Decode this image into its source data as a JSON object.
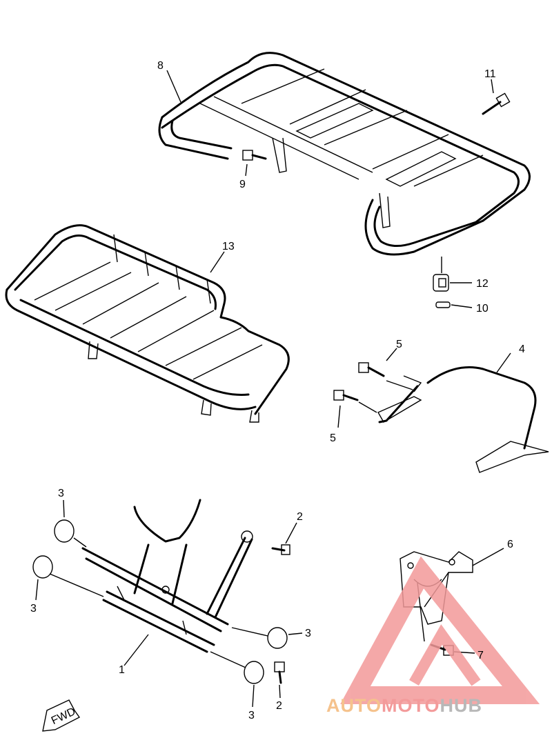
{
  "diagram": {
    "callouts": [
      {
        "id": "c8",
        "text": "8"
      },
      {
        "id": "c11",
        "text": "11"
      },
      {
        "id": "c9",
        "text": "9"
      },
      {
        "id": "c13",
        "text": "13"
      },
      {
        "id": "c12",
        "text": "12"
      },
      {
        "id": "c10",
        "text": "10"
      },
      {
        "id": "c5a",
        "text": "5"
      },
      {
        "id": "c4",
        "text": "4"
      },
      {
        "id": "c5b",
        "text": "5"
      },
      {
        "id": "c3a",
        "text": "3"
      },
      {
        "id": "c2a",
        "text": "2"
      },
      {
        "id": "c3b",
        "text": "3"
      },
      {
        "id": "c6",
        "text": "6"
      },
      {
        "id": "c3c",
        "text": "3"
      },
      {
        "id": "c1",
        "text": "1"
      },
      {
        "id": "c7",
        "text": "7"
      },
      {
        "id": "c3d",
        "text": "3"
      },
      {
        "id": "c2b",
        "text": "2"
      }
    ],
    "fwd_label": "FWD"
  },
  "watermark": {
    "part1": "AUTO",
    "part2": "MOTO",
    "part3": "HUB",
    "color1": "#f5c28c",
    "color2": "#f39a9a",
    "color3": "#b8b8b8"
  }
}
